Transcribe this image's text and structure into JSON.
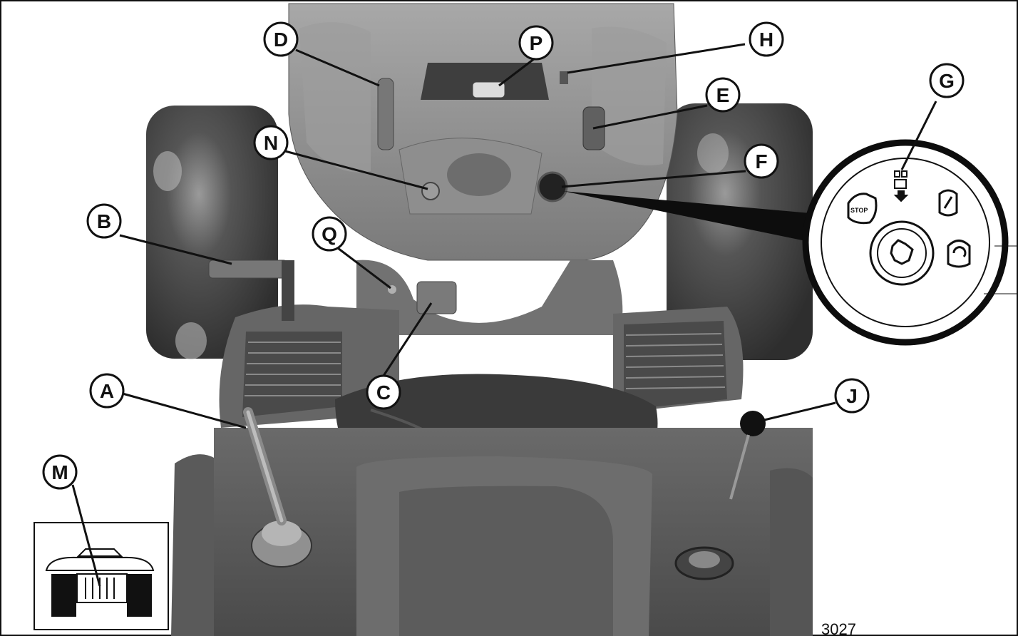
{
  "callouts": [
    "A",
    "B",
    "C",
    "D",
    "E",
    "F",
    "G",
    "H",
    "J",
    "M",
    "N",
    "P",
    "Q"
  ],
  "figure_number": "3027",
  "ignition_switch": {
    "stop_label": "STOP"
  }
}
